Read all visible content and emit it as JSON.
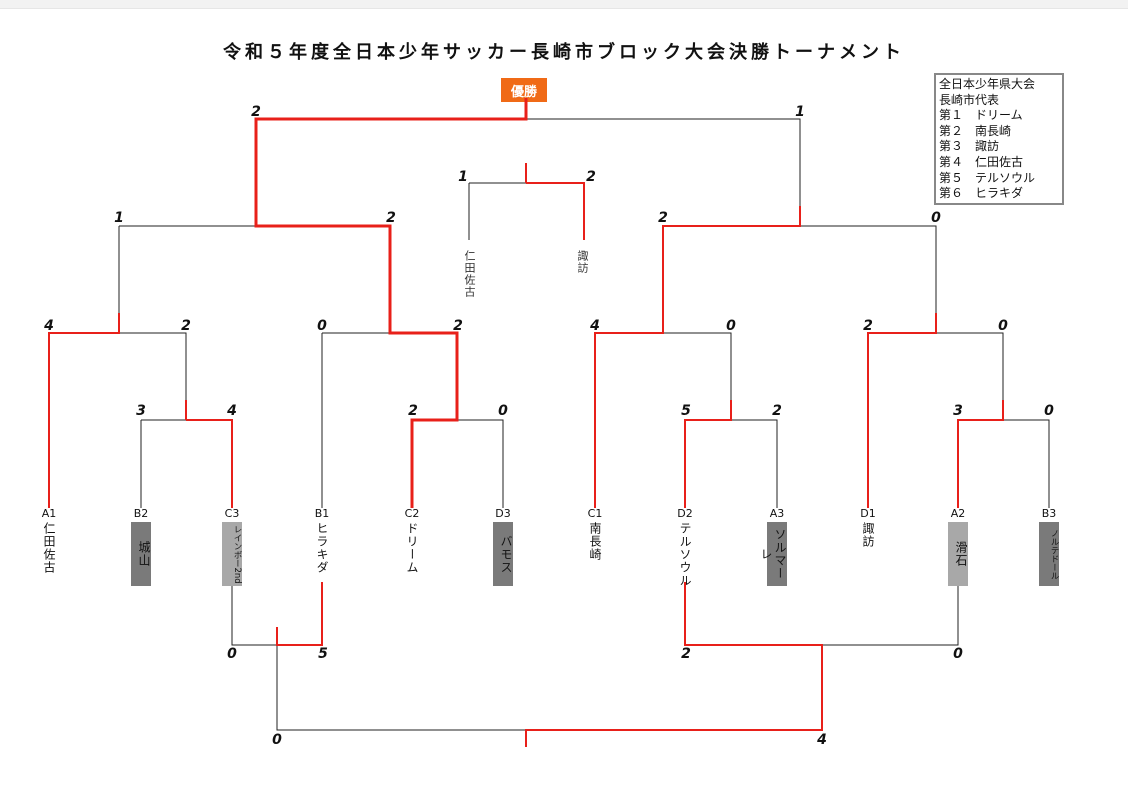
{
  "title": "令和５年度全日本少年サッカー長崎市ブロック大会決勝トーナメント",
  "winner_label": "優勝",
  "info_box": {
    "lines": [
      "全日本少年県大会",
      "長崎市代表",
      "第１　ドリーム",
      "第２　南長崎",
      "第３　諏訪",
      "第４　仁田佐古",
      "第５　テルソウル",
      "第６　ヒラキダ"
    ]
  },
  "teams": [
    {
      "code": "A1",
      "name": "仁田佐古"
    },
    {
      "code": "B2",
      "name": "城山"
    },
    {
      "code": "C3",
      "name": "レインボー2nd"
    },
    {
      "code": "B1",
      "name": "ヒラキダ"
    },
    {
      "code": "C2",
      "name": "ドリーム"
    },
    {
      "code": "D3",
      "name": "バモス"
    },
    {
      "code": "C1",
      "name": "南長崎"
    },
    {
      "code": "D2",
      "name": "テルソウル"
    },
    {
      "code": "A3",
      "name": "ソルマーレ"
    },
    {
      "code": "D1",
      "name": "諏訪"
    },
    {
      "code": "A2",
      "name": "滑石"
    },
    {
      "code": "B3",
      "name": "ノルテドール"
    }
  ],
  "third_place_teams": [
    "仁田佐古",
    "諏訪"
  ],
  "scores": {
    "final_left": "2",
    "final_right": "1",
    "third_left": "1",
    "third_right": "2",
    "sf1_left": "1",
    "sf1_right": "2",
    "sf2_left": "2",
    "sf2_right": "0",
    "qf1_left": "4",
    "qf1_right": "2",
    "qf2_left": "0",
    "qf2_right": "2",
    "qf3_left": "4",
    "qf3_right": "0",
    "qf4_left": "2",
    "qf4_right": "0",
    "r1a_left": "3",
    "r1a_right": "4",
    "r1b_left": "2",
    "r1b_right": "0",
    "r1c_left": "5",
    "r1c_right": "2",
    "r1d_left": "3",
    "r1d_right": "0",
    "pl1_left": "0",
    "pl1_right": "5",
    "pl2_left": "2",
    "pl2_right": "0",
    "plf_left": "0",
    "plf_right": "4"
  },
  "colors": {
    "win": "#e8201a",
    "line": "#222222",
    "badge": "#f06a16"
  }
}
